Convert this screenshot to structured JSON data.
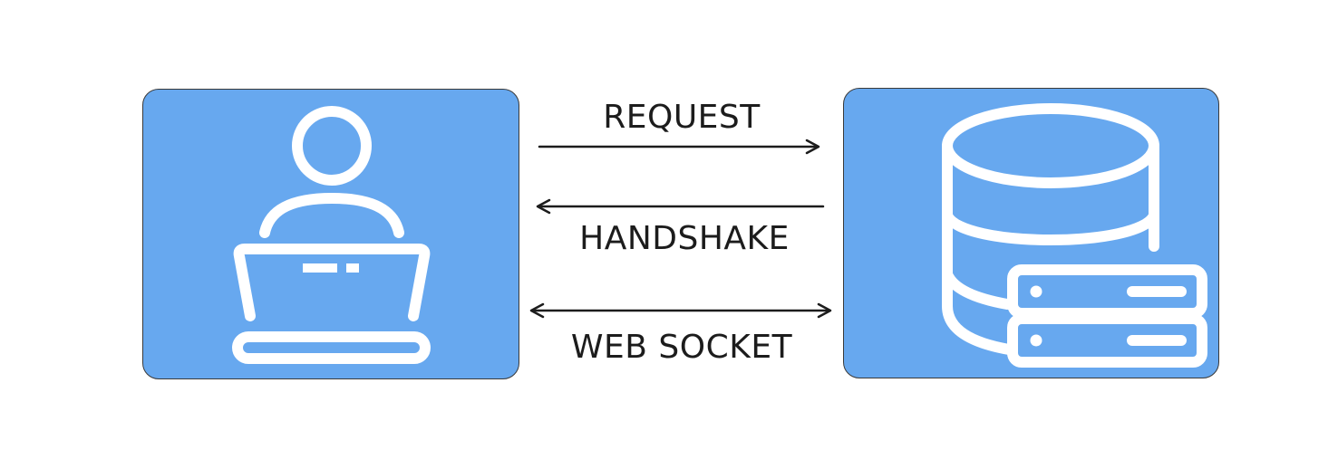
{
  "diagram": {
    "client": {
      "icon": "user-laptop-icon"
    },
    "server": {
      "icon": "database-server-icon"
    },
    "connections": [
      {
        "label": "REQUEST",
        "direction": "client-to-server"
      },
      {
        "label": "HANDSHAKE",
        "direction": "server-to-client"
      },
      {
        "label": "WEB SOCKET",
        "direction": "bidirectional"
      }
    ]
  },
  "colors": {
    "box_fill": "#67a8ef",
    "icon_stroke": "#ffffff",
    "text": "#1c1c1c",
    "arrow": "#1c1c1c"
  }
}
